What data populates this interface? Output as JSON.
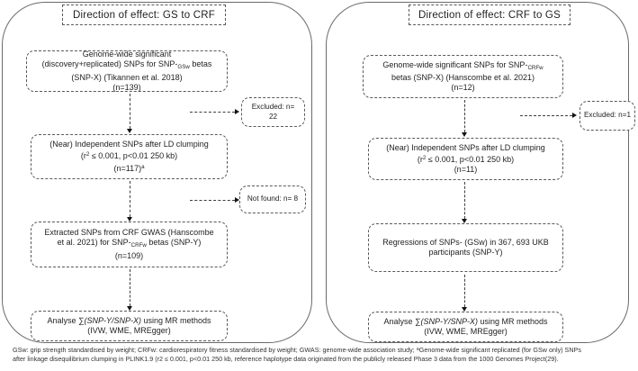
{
  "colors": {
    "panel_border": "#6a6a6a",
    "box_border": "#595959",
    "text": "#262626",
    "arrow": "#141414"
  },
  "left": {
    "title": "Direction of effect: GS to CRF",
    "box1": {
      "l1": "Genome-wide significant",
      "l2_pre": "(discovery+replicated) SNPs for SNP-",
      "l2_sub": "GSw",
      "l2_post": " betas",
      "l3": "(SNP-X) (Tikannen et al. 2018)",
      "l4": "(n=139)"
    },
    "side1": {
      "l1": "Excluded: n=",
      "l2": "22"
    },
    "box2": {
      "l1": "(Near) Independent SNPs after LD clumping",
      "l2_pre": "(r",
      "l2_sup": "2",
      "l2_post": " ≤ 0.001, p<0.01 250 kb)",
      "l3_main": "(n=117)",
      "l3_sup": "a"
    },
    "side2": {
      "l1": "Not found: n= 8"
    },
    "box3": {
      "l1": "Extracted SNPs from CRF GWAS (Hanscombe",
      "l2_pre": "et al. 2021) for SNP-",
      "l2_sub": "CRFw",
      "l2_post": " betas (SNP-Y)",
      "l3": "(n=109)"
    },
    "box4": {
      "l1_pre": "Analyse ",
      "l1_it": "∑(SNP-Y/SNP-X)",
      "l1_post": " using MR methods",
      "l2": "(IVW, WME, MREgger)"
    }
  },
  "right": {
    "title": "Direction of effect: CRF to GS",
    "box1": {
      "l1_pre": "Genome-wide significant SNPs for SNP-",
      "l1_sub": "CRFw",
      "l2": "betas (SNP-X) (Hanscombe et al. 2021)",
      "l3": "(n=12)"
    },
    "side1": {
      "l1": "Excluded: n=1"
    },
    "box2": {
      "l1": "(Near) Independent SNPs after LD clumping",
      "l2_pre": "(r",
      "l2_sup": "2",
      "l2_post": " ≤ 0.001, p<0.01 250 kb)",
      "l3": "(n=11)"
    },
    "box3": {
      "l1": "Regressions of SNPs- (GSw) in 367, 693 UKB",
      "l2": "participants (SNP-Y)"
    },
    "box4": {
      "l1_pre": "Analyse ",
      "l1_it": "∑(SNP-Y/SNP-X)",
      "l1_post": " using MR methods",
      "l2": "(IVW, WME, MREgger)"
    }
  },
  "footer": {
    "line1_pre": "GSw: grip strength standardised by weight; CRFw: cardiorespiratory fitness standardised by weight; GWAS: genome-wide association study; ",
    "line1_sup": "a",
    "line1_post": "Genome-wide significant replicated (for GSw only) SNPs",
    "line2": "after linkage disequilibrium clumping in PLINK1.9 (r2 ≤ 0.001, p<0.01 250 kb, reference haplotype data originated from the publicly released Phase 3 data from the 1000 Genomes Project(29)."
  }
}
